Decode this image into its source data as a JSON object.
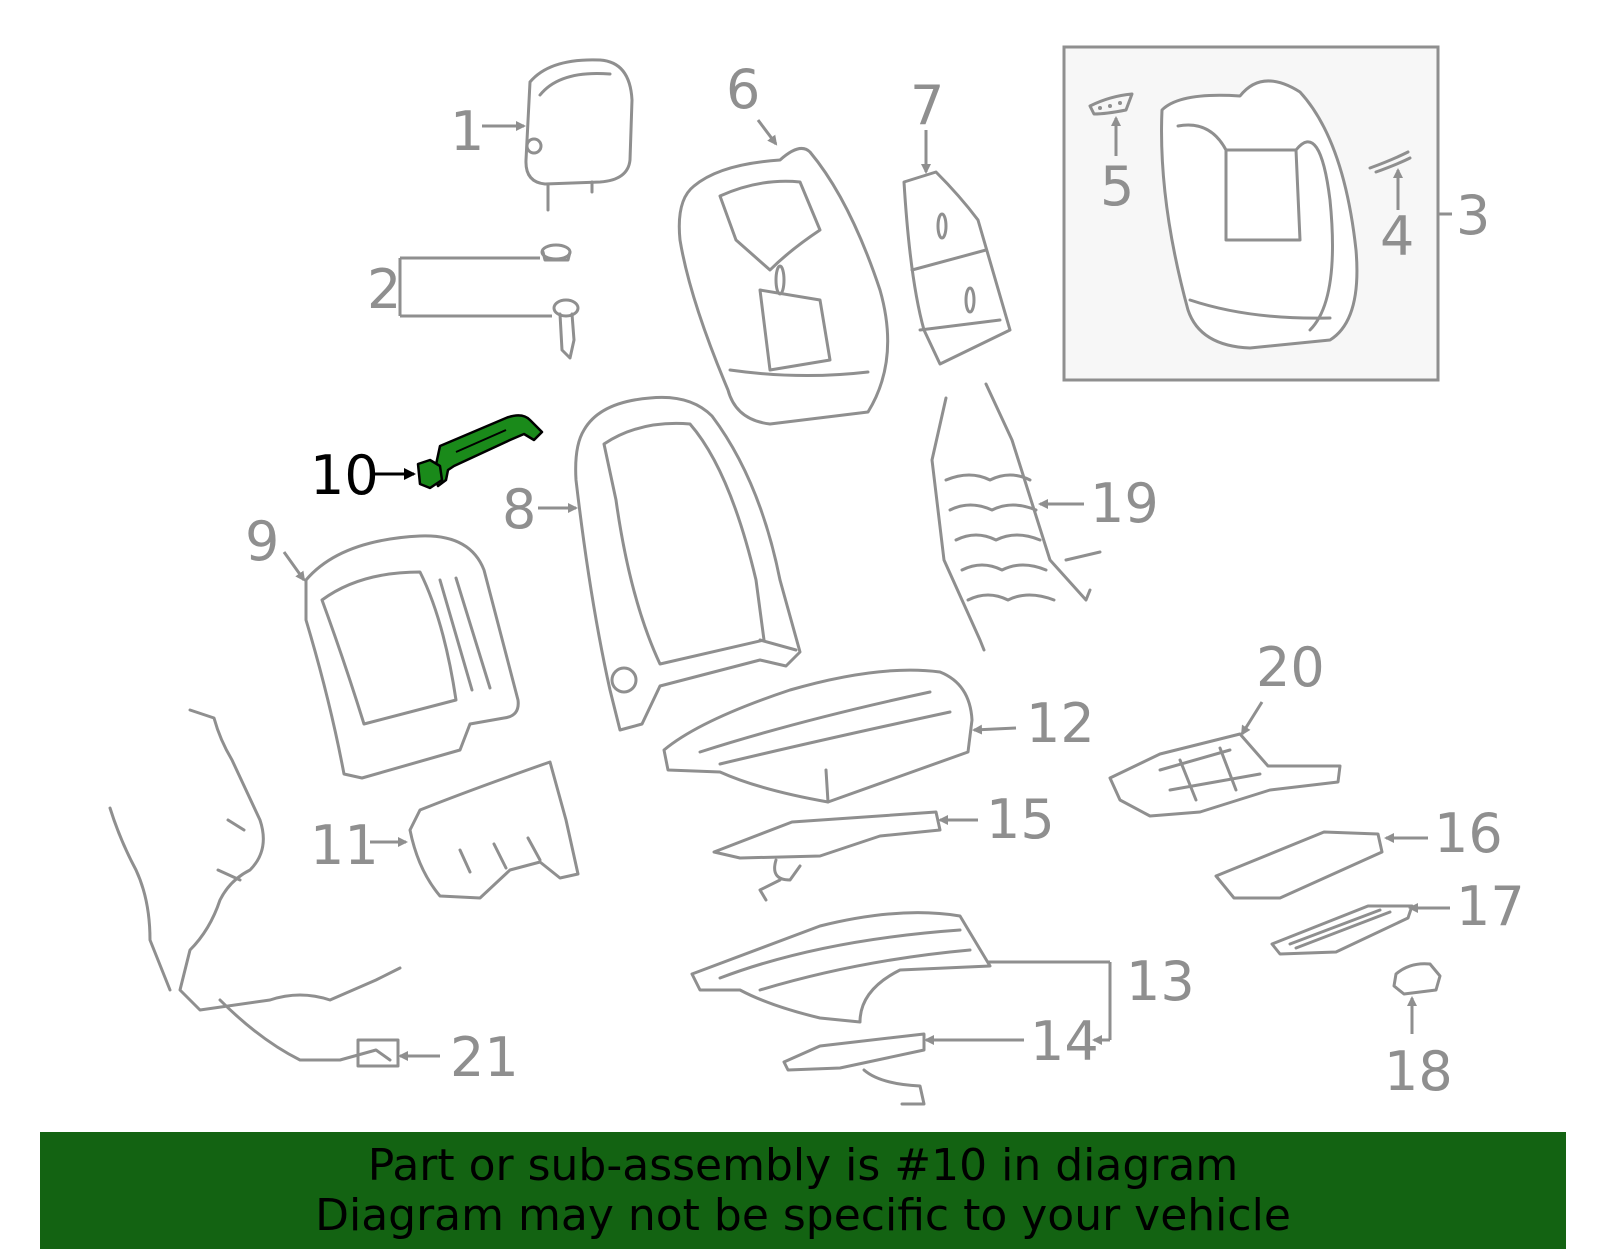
{
  "diagram": {
    "highlight_color": "#1a8a1a",
    "label_color": "#8f8f8f",
    "active_label_color": "#000000",
    "highlighted_part": "10",
    "callouts": [
      "1",
      "2",
      "3",
      "4",
      "5",
      "6",
      "7",
      "8",
      "9",
      "10",
      "11",
      "12",
      "13",
      "14",
      "15",
      "16",
      "17",
      "18",
      "19",
      "20",
      "21"
    ]
  },
  "banner": {
    "color": "#136312",
    "line1": "Part or sub-assembly is #10 in diagram",
    "line2": "Diagram may not be specific to your vehicle"
  }
}
